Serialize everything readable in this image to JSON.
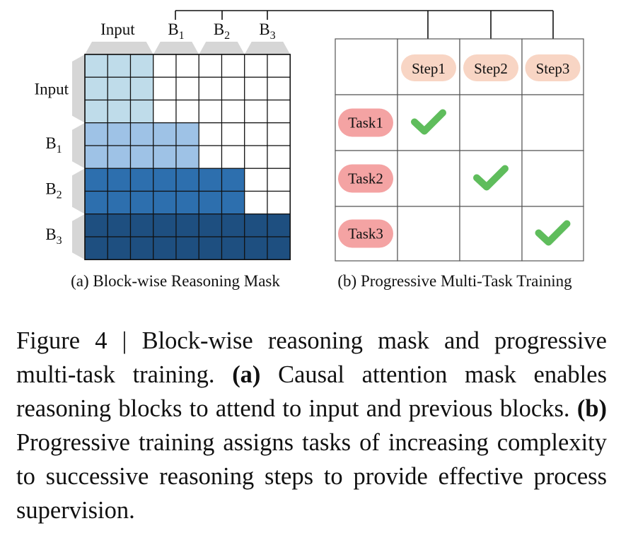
{
  "panel_a": {
    "col_labels": [
      {
        "main": "Input",
        "sub": ""
      },
      {
        "main": "B",
        "sub": "1"
      },
      {
        "main": "B",
        "sub": "2"
      },
      {
        "main": "B",
        "sub": "3"
      }
    ],
    "row_labels": [
      {
        "main": "Input",
        "sub": ""
      },
      {
        "main": "B",
        "sub": "1"
      },
      {
        "main": "B",
        "sub": "2"
      },
      {
        "main": "B",
        "sub": "3"
      }
    ],
    "caption": "(a) Block-wise Reasoning Mask",
    "colors": {
      "input": "#bfdcea",
      "b1": "#9ec2e6",
      "b2": "#2d6fae",
      "b3": "#1e4f80",
      "empty": "#ffffff",
      "bracket": "#d6d6d6"
    }
  },
  "panel_b": {
    "steps": [
      "Step1",
      "Step2",
      "Step3"
    ],
    "tasks": [
      "Task1",
      "Task2",
      "Task3"
    ],
    "checks": [
      [
        1,
        0,
        0
      ],
      [
        0,
        1,
        0
      ],
      [
        0,
        0,
        1
      ]
    ],
    "caption": "(b) Progressive Multi-Task Training",
    "colors": {
      "step_pill": "#f8d5c4",
      "task_pill": "#f4a3a3",
      "check": "#5fbd5c"
    }
  },
  "caption": {
    "prefix": "Figure 4 | Block-wise reasoning mask and progressive multi-task training.",
    "a_label": "(a)",
    "a_text": "Causal attention mask enables reasoning blocks to attend to input and previous blocks.",
    "b_label": "(b)",
    "b_text": "Progressive training assigns tasks of increasing complexity to successive reasoning steps to provide effective process supervision."
  }
}
